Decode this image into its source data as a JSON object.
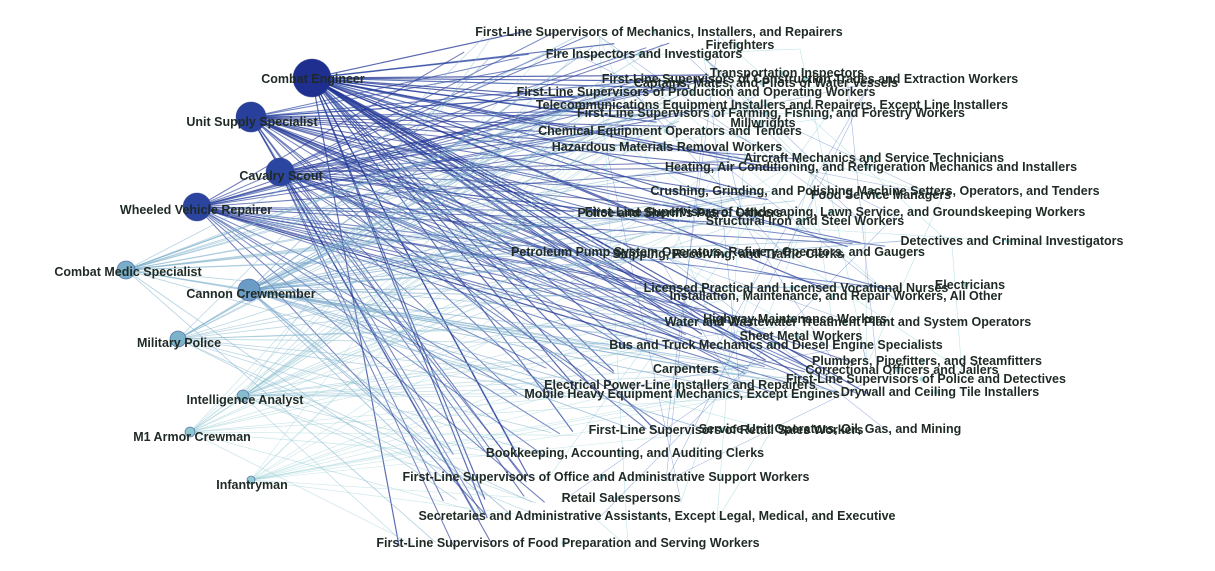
{
  "graph": {
    "military_occupations": [
      {
        "id": "combat-engineer",
        "label": "Combat Engineer",
        "degree": 1.0
      },
      {
        "id": "unit-supply-specialist",
        "label": "Unit Supply Specialist",
        "degree": 0.78
      },
      {
        "id": "cavalry-scout",
        "label": "Cavalry Scout",
        "degree": 0.7
      },
      {
        "id": "wheeled-vehicle-repairer",
        "label": "Wheeled Vehicle Repairer",
        "degree": 0.72
      },
      {
        "id": "combat-medic-specialist",
        "label": "Combat Medic Specialist",
        "degree": 0.42
      },
      {
        "id": "cannon-crewmember",
        "label": "Cannon Crewmember",
        "degree": 0.55
      },
      {
        "id": "military-police",
        "label": "Military Police",
        "degree": 0.38
      },
      {
        "id": "intelligence-analyst",
        "label": "Intelligence Analyst",
        "degree": 0.3
      },
      {
        "id": "m1-armor-crewman",
        "label": "M1 Armor Crewman",
        "degree": 0.22
      },
      {
        "id": "infantryman",
        "label": "Infantryman",
        "degree": 0.18
      }
    ],
    "civilian_occupations": [
      "First-Line Supervisors of Mechanics, Installers, and Repairers",
      "Firefighters",
      "Fire Inspectors and Investigators",
      "Transportation Inspectors",
      "First-Line Supervisors of Construction Trades and Extraction Workers",
      "Captains, Mates, and Pilots of Water Vessels",
      "First-Line Supervisors of Production and Operating Workers",
      "Telecommunications Equipment Installers and Repairers, Except Line Installers",
      "First-Line Supervisors of Farming, Fishing, and Forestry Workers",
      "Millwrights",
      "Chemical Equipment Operators and Tenders",
      "Hazardous Materials Removal Workers",
      "Aircraft Mechanics and Service Technicians",
      "Heating, Air Conditioning, and Refrigeration Mechanics and Installers",
      "Crushing, Grinding, and Polishing Machine Setters, Operators, and Tenders",
      "Food Service Managers",
      "First-Line Supervisors of Landscaping, Lawn Service, and Groundskeeping Workers",
      "Police and Sheriff's Patrol Officers",
      "Structural Iron and Steel Workers",
      "Detectives and Criminal Investigators",
      "Petroleum Pump System Operators, Refinery Operators, and Gaugers",
      "Shipping, Receiving, and Traffic Clerks",
      "Electricians",
      "Licensed Practical and Licensed Vocational Nurses",
      "Installation, Maintenance, and Repair Workers, All Other",
      "Water and Wastewater Treatment Plant and System Operators",
      "Highway Maintenance Workers",
      "Sheet Metal Workers",
      "Bus and Truck Mechanics and Diesel Engine Specialists",
      "Plumbers, Pipefitters, and Steamfitters",
      "Carpenters",
      "Correctional Officers and Jailers",
      "First-Line Supervisors of Police and Detectives",
      "Electrical Power-Line Installers and Repairers",
      "Drywall and Ceiling Tile Installers",
      "Mobile Heavy Equipment Mechanics, Except Engines",
      "First-Line Supervisors of Retail Sales Workers",
      "Service Unit Operators, Oil, Gas, and Mining",
      "Bookkeeping, Accounting, and Auditing Clerks",
      "First-Line Supervisors of Office and Administrative Support Workers",
      "Retail Salespersons",
      "Secretaries and Administrative Assistants, Except Legal, Medical, and Executive",
      "First-Line Supervisors of Food Preparation and Serving Workers"
    ],
    "colors": {
      "strong": "#1f2f8f",
      "medium": "#3a62b5",
      "weak": "#6fc4c9",
      "faint": "#a6e3d8"
    }
  }
}
